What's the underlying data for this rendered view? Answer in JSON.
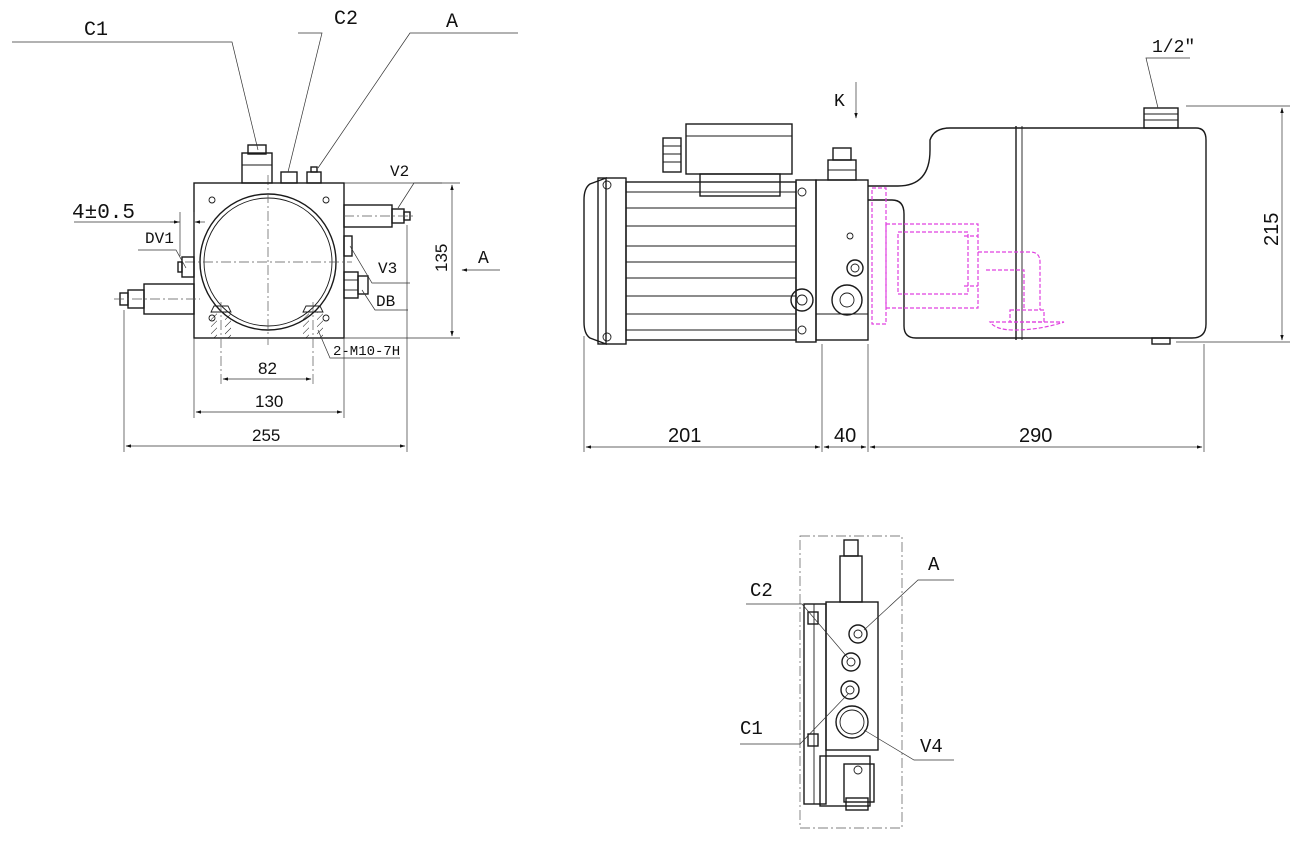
{
  "colors": {
    "line": "#1a1a1a",
    "hidden_line": "#e040e0",
    "background": "#ffffff"
  },
  "front_view": {
    "labels": {
      "c1": "C1",
      "c2": "C2",
      "a": "A",
      "v2": "V2",
      "dv1": "DV1",
      "v3": "V3",
      "db": "DB",
      "thread": "2-M10-7H",
      "tolerance": "4±0.5"
    },
    "dimensions": {
      "d135": "135",
      "d82": "82",
      "d130": "130",
      "d255": "255"
    },
    "view_arrow_label": "A"
  },
  "side_view": {
    "labels": {
      "k": "K",
      "cap": "1/2″"
    },
    "dimensions": {
      "d201": "201",
      "d40": "40",
      "d290": "290",
      "d215": "215"
    }
  },
  "top_view": {
    "labels": {
      "a": "A",
      "c2": "C2",
      "c1": "C1",
      "v4": "V4"
    }
  }
}
